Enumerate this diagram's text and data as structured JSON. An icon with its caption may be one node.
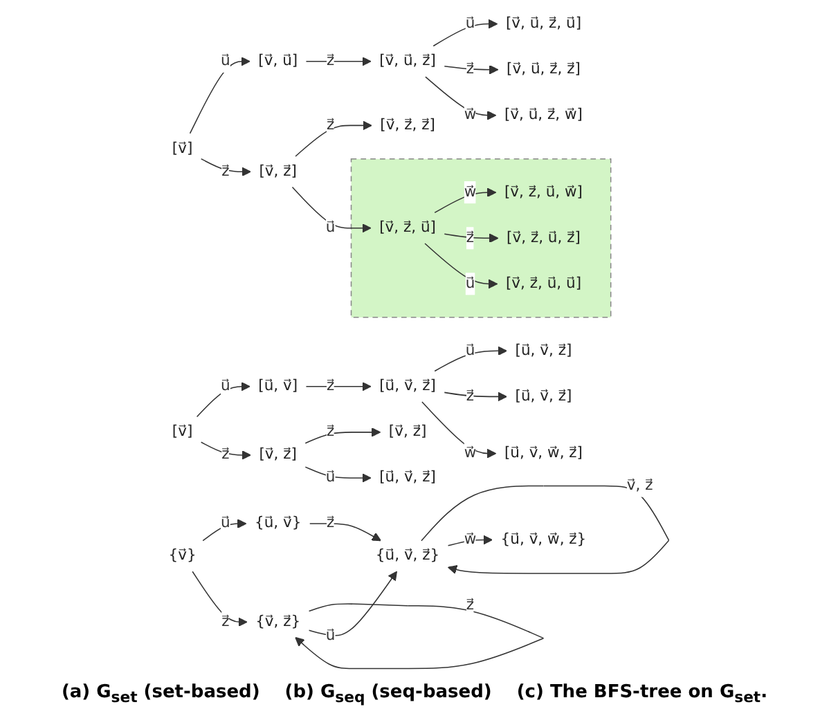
{
  "diagram": {
    "nodes": [
      {
        "text": [
          "{v⃗}"
        ]
      },
      {
        "text": [
          "{u⃗, v⃗}"
        ]
      },
      {
        "text": [
          "{v⃗, z⃗}"
        ]
      },
      {
        "text": [
          "{u⃗, v⃗, z⃗}"
        ]
      },
      {
        "text": [
          "{u⃗, v⃗, w⃗, z⃗}"
        ]
      },
      {
        "text": [
          "[v⃗]"
        ]
      },
      {
        "text": [
          "[v⃗, u⃗]"
        ]
      },
      {
        "text": [
          "[v⃗, u⃗, z⃗]"
        ]
      },
      {
        "text": [
          "[v⃗, u⃗, z⃗, u⃗]"
        ]
      },
      {
        "text": [
          "[v⃗, u⃗, z⃗, z⃗]"
        ]
      },
      {
        "text": [
          "[v⃗, u⃗, z⃗, w⃗]"
        ]
      },
      {
        "text": [
          "[v⃗, z⃗]"
        ]
      },
      {
        "text": [
          "[v⃗, z⃗, z⃗]"
        ]
      },
      {
        "text": [],
        "shape": "box"
      },
      {
        "text": [
          "[v⃗, z⃗, u⃗]"
        ],
        "in": 13
      },
      {
        "text": [
          "[v⃗, z⃗, u⃗, w⃗]"
        ],
        "in": 13
      },
      {
        "text": [
          "[v⃗, z⃗, u⃗, z⃗]"
        ],
        "in": 13
      },
      {
        "text": [
          "[v⃗, z⃗, u⃗, u⃗]"
        ],
        "in": 13
      },
      {
        "text": [
          "[v⃗]"
        ]
      },
      {
        "text": [
          "[u⃗, v⃗]"
        ]
      },
      {
        "text": [
          "[u⃗, v⃗, z⃗]"
        ]
      },
      {
        "text": [
          "[u⃗, v⃗, z⃗]"
        ]
      },
      {
        "text": [
          "[u⃗, v⃗, z⃗]"
        ]
      },
      {
        "text": [
          "[u⃗, v⃗, w⃗, z⃗]"
        ]
      },
      {
        "text": [
          "[v⃗, z⃗]"
        ]
      },
      {
        "text": [
          "[v⃗, z⃗]"
        ]
      },
      {
        "text": [
          "[u⃗, v⃗, z⃗]"
        ]
      }
    ],
    "edges": [
      {
        "from": 0,
        "to": 1,
        "arrow": "to",
        "label": "u⃗"
      },
      {
        "from": 0,
        "to": 2,
        "arrow": "to",
        "label": "z⃗"
      },
      {
        "from": 2,
        "to": 2,
        "arrow": "to",
        "label": "z⃗"
      },
      {
        "from": 1,
        "to": 3,
        "arrow": "to",
        "label": "z⃗"
      },
      {
        "from": 2,
        "to": 3,
        "arrow": "to",
        "label": "u⃗"
      },
      {
        "from": 3,
        "to": 3,
        "arrow": "to",
        "label": "v⃗, z⃗"
      },
      {
        "from": 3,
        "to": 4,
        "arrow": "to",
        "label": "w⃗"
      },
      {
        "from": 5,
        "to": 6,
        "arrow": "to",
        "label": "u⃗"
      },
      {
        "from": 6,
        "to": 7,
        "arrow": "to",
        "label": "z⃗"
      },
      {
        "from": 7,
        "to": 8,
        "arrow": "to",
        "label": "u⃗"
      },
      {
        "from": 7,
        "to": 9,
        "arrow": "to",
        "label": "z⃗"
      },
      {
        "from": 7,
        "to": 10,
        "arrow": "to",
        "label": "w⃗"
      },
      {
        "from": 5,
        "to": 11,
        "arrow": "to",
        "label": "z⃗"
      },
      {
        "from": 11,
        "to": 12,
        "arrow": "to",
        "label": "z⃗"
      },
      {
        "from": 11,
        "to": 14,
        "arrow": "to",
        "label": "u⃗"
      },
      {
        "from": 14,
        "to": 15,
        "arrow": "to",
        "label": "w⃗"
      },
      {
        "from": 14,
        "to": 16,
        "arrow": "to",
        "label": "z⃗"
      },
      {
        "from": 14,
        "to": 17,
        "arrow": "to",
        "label": "u⃗"
      },
      {
        "from": 18,
        "to": 19,
        "arrow": "to",
        "label": "u⃗"
      },
      {
        "from": 19,
        "to": 20,
        "arrow": "to",
        "label": "z⃗"
      },
      {
        "from": 20,
        "to": 21,
        "arrow": "to",
        "label": "u⃗"
      },
      {
        "from": 20,
        "to": 22,
        "arrow": "to",
        "label": "z⃗"
      },
      {
        "from": 20,
        "to": 23,
        "arrow": "to",
        "label": "w⃗"
      },
      {
        "from": 18,
        "to": 24,
        "arrow": "to",
        "label": "z⃗"
      },
      {
        "from": 24,
        "to": 25,
        "arrow": "to",
        "label": "z⃗"
      },
      {
        "from": 24,
        "to": 26,
        "arrow": "to",
        "label": "u⃗"
      }
    ],
    "labels": [
      "(a) G$_{set}$ (set-based)",
      "(b) G$_{seq}$ (seq-based)",
      "(c) The BFS-tree on G$_{set}$."
    ]
  }
}
